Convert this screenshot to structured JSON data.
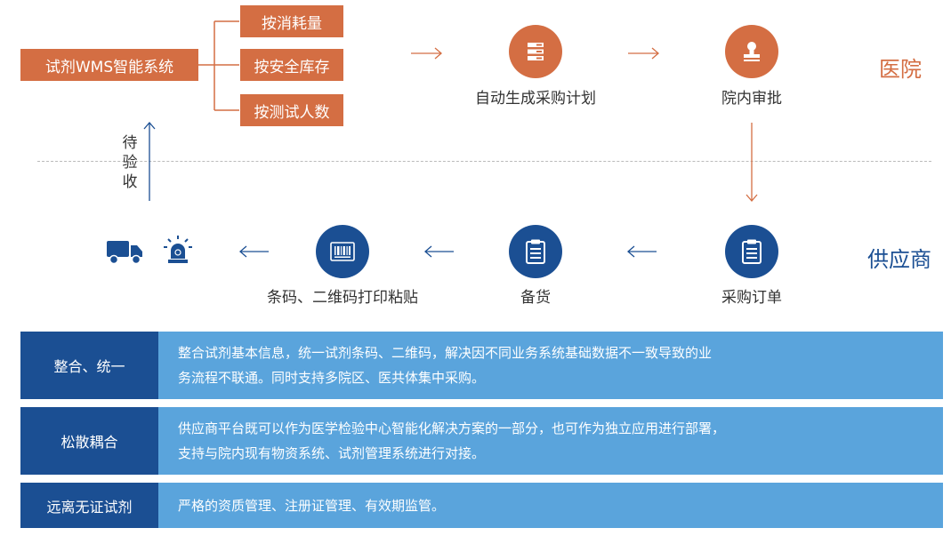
{
  "system_box": "试剂WMS智能系统",
  "plan_options": [
    "按消耗量",
    "按安全库存",
    "按测试人数"
  ],
  "hospital_steps": [
    "自动生成采购计划",
    "院内审批"
  ],
  "supplier_steps": [
    "条码、二维码打印粘贴",
    "备货",
    "采购订单"
  ],
  "hospital_label": "医院",
  "supplier_label": "供应商",
  "pending_receipt": [
    "待",
    "验",
    "收"
  ],
  "features": [
    {
      "tag": "整合、统一",
      "lines": [
        "整合试剂基本信息，统一试剂条码、二维码，解决因不同业务系统基础数据不一致导致的业",
        "务流程不联通。同时支持多院区、医共体集中采购。"
      ]
    },
    {
      "tag": "松散耦合",
      "lines": [
        "供应商平台既可以作为医学检验中心智能化解决方案的一部分，也可作为独立应用进行部署，",
        "支持与院内现有物资系统、试剂管理系统进行对接。"
      ]
    },
    {
      "tag": "远离无证试剂",
      "lines": [
        "严格的资质管理、注册证管理、有效期监管。"
      ]
    }
  ],
  "colors": {
    "orange": "#d46e43",
    "dark_blue": "#1b4f93",
    "light_blue": "#5aa4dc",
    "divider": "#bbbbbb"
  },
  "icons": [
    "server-icon",
    "seal-icon",
    "barcode-icon",
    "clipboard-icon",
    "truck-icon",
    "alarm-light-icon"
  ]
}
